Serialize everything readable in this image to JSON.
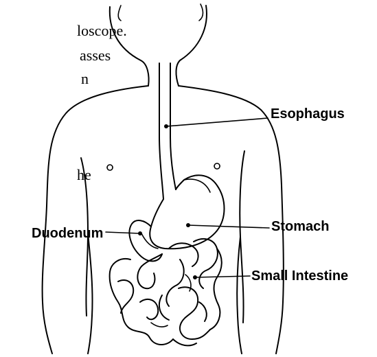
{
  "text_fragments": [
    "loscope.",
    "asses",
    "n",
    "he"
  ],
  "labels": {
    "esophagus": "Esophagus",
    "duodenum": "Duodenum",
    "stomach": "Stomach",
    "small_intestine": "Small Intestine"
  },
  "colors": {
    "ink": "#000000",
    "background": "#ffffff"
  }
}
